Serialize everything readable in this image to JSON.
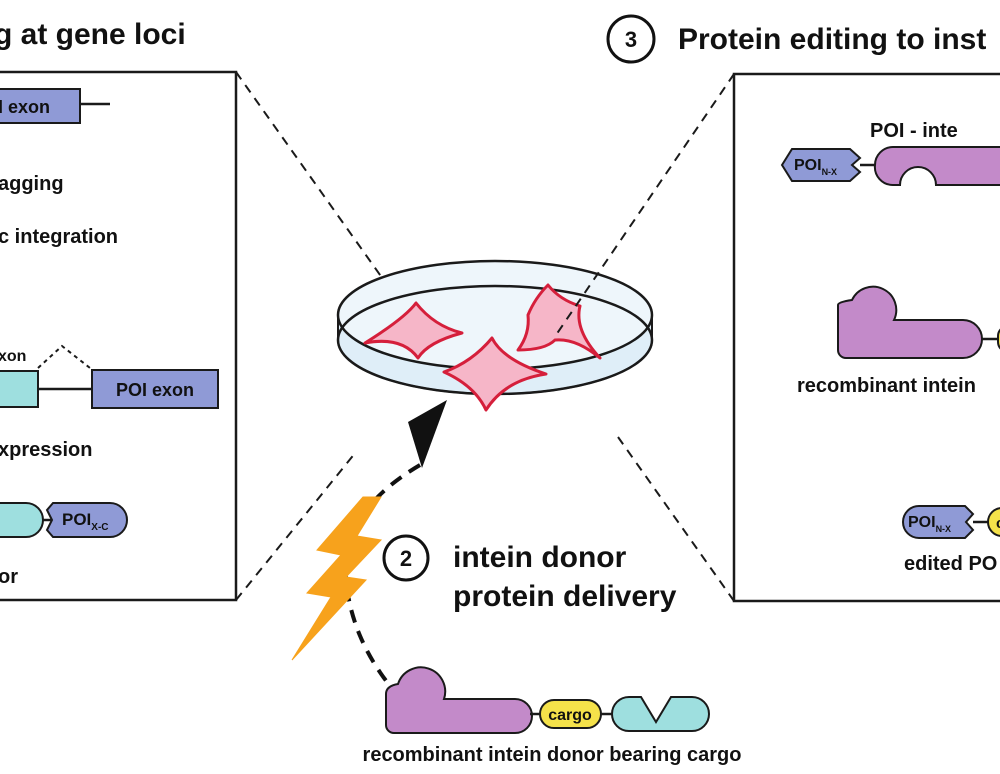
{
  "colors": {
    "poi": "#8f9ad6",
    "intein": "#c38ac9",
    "cargo": "#f5e24a",
    "split_intein": "#9edfdf",
    "cell_fill": "#f6b6c8",
    "cell_stroke": "#d51f3b",
    "dish_fill": "#dfeef8",
    "bolt": "#f7a21c",
    "stroke": "#1a1a1a"
  },
  "icons": [
    "lightning-bolt-icon",
    "arrowhead-icon",
    "petri-dish-icon"
  ],
  "panel1": {
    "title": "g at gene loci",
    "exon_top": "I exon",
    "line_tagging": "agging",
    "line_integration": "c integration",
    "exon_label": "xon",
    "poi_exon": "POI exon",
    "line_expression": "xpression",
    "poi_xc_main": "POI",
    "poi_xc_sub": "X-C",
    "line_donor": "or"
  },
  "step2": {
    "number": "2",
    "line1": "intein donor",
    "line2": "protein delivery",
    "cargo": "cargo",
    "caption": "recombinant intein donor bearing cargo"
  },
  "panel3": {
    "number": "3",
    "title": "Protein editing to inst",
    "fusion_label": "POI - inte",
    "poi_main": "POI",
    "poi_sub": "N-X",
    "recombinant_label": "recombinant intein",
    "edited_label": "edited PO",
    "edited_poi_main": "POI",
    "edited_poi_sub": "N-X",
    "edited_cargo_fragment": "c"
  }
}
